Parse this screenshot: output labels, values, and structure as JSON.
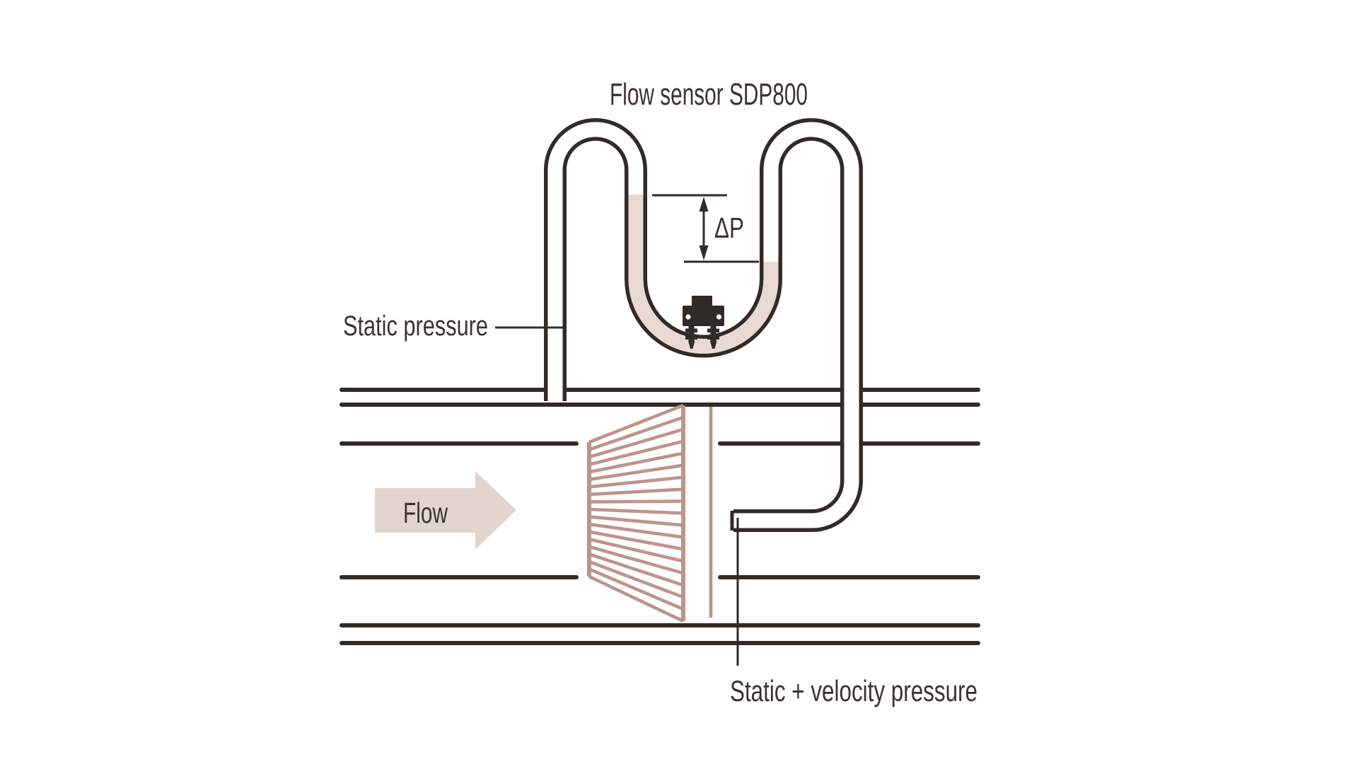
{
  "diagram": {
    "title": "Flow sensor SDP800",
    "labels": {
      "static_pressure": "Static pressure",
      "delta_p": "ΔP",
      "flow": "Flow",
      "static_velocity_pressure": "Static + velocity pressure"
    },
    "colors": {
      "line": "#312b28",
      "text": "#3a3430",
      "fluid": "#e9d9d2",
      "arrow": "#e3d4cd",
      "filter": "#bd948b",
      "background": "#ffffff"
    }
  }
}
